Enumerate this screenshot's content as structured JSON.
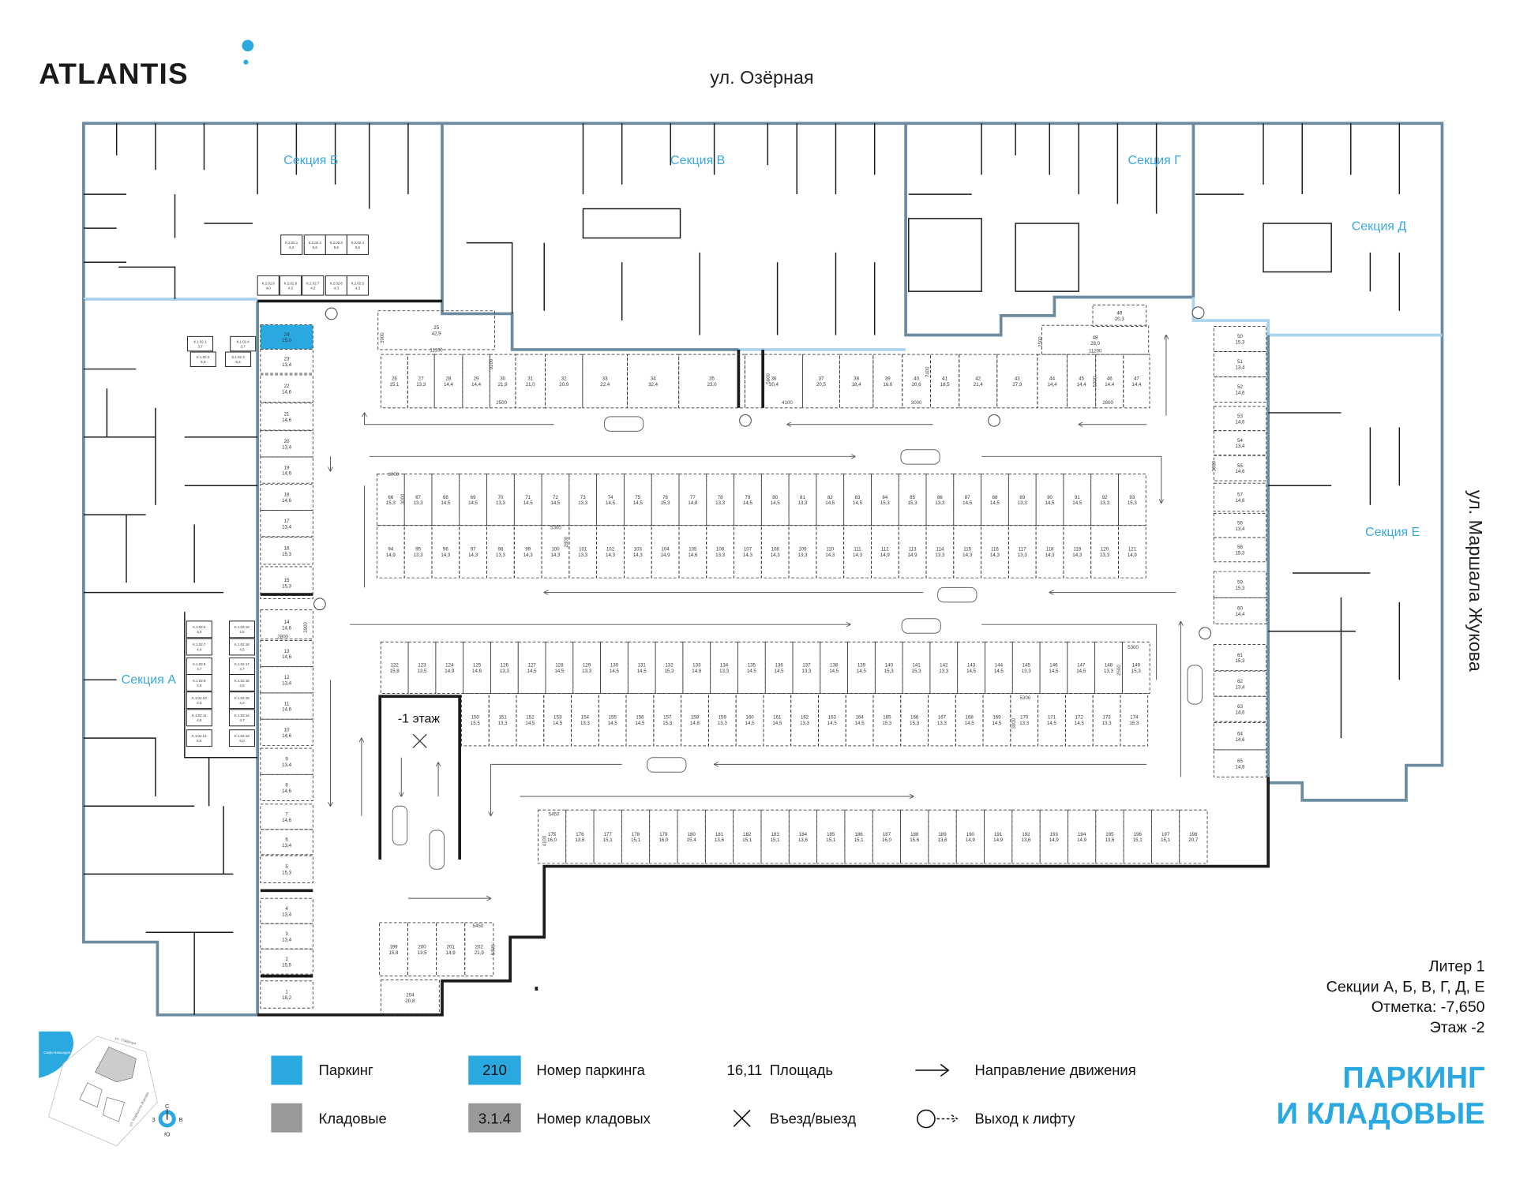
{
  "logo": "ATLANTIS",
  "streets": {
    "top": "ул. Озёрная",
    "right": "ул. Маршала Жукова"
  },
  "sections": {
    "b": "Секция Б",
    "v": "Секция В",
    "g": "Секция Г",
    "d": "Секция Д",
    "e": "Секция Е",
    "a": "Секция А"
  },
  "upper_floor_ramp": "-1 этаж",
  "colors": {
    "accent": "#2aa9e0",
    "storage": "#999999",
    "building": "#6b8ba1"
  },
  "parking": {
    "left_column": [
      [
        "1",
        "18,2"
      ],
      [
        "2",
        "15,5"
      ],
      [
        "3",
        "13,4"
      ],
      [
        "4",
        "13,4"
      ],
      [
        "5",
        "15,3"
      ],
      [
        "6",
        "13,4"
      ],
      [
        "7",
        "14,6"
      ],
      [
        "8",
        "14,6"
      ],
      [
        "9",
        "13,4"
      ],
      [
        "10",
        "14,6"
      ],
      [
        "11",
        "14,6"
      ],
      [
        "12",
        "13,4"
      ],
      [
        "13",
        "14,6"
      ],
      [
        "14",
        "14,6"
      ],
      [
        "15",
        "15,3"
      ],
      [
        "16",
        "15,3"
      ],
      [
        "17",
        "13,4"
      ],
      [
        "18",
        "14,6"
      ],
      [
        "19",
        "14,6"
      ],
      [
        "20",
        "13,4"
      ],
      [
        "21",
        "14,6"
      ],
      [
        "22",
        "14,6"
      ],
      [
        "23",
        "13,4"
      ],
      [
        "24",
        "15,0"
      ]
    ],
    "highlighted": "24",
    "top_row": [
      [
        "26",
        "15,1"
      ],
      [
        "27",
        "13,3"
      ],
      [
        "28",
        "14,4"
      ],
      [
        "29",
        "14,4"
      ],
      [
        "30",
        "21,9"
      ],
      [
        "31",
        "21,0"
      ],
      [
        "32",
        "20,9"
      ],
      [
        "33",
        "22,4"
      ],
      [
        "34",
        "32,4"
      ],
      [
        "35",
        "23,0"
      ],
      [
        "36",
        "20,4"
      ],
      [
        "37",
        "20,5"
      ],
      [
        "38",
        "18,4"
      ],
      [
        "39",
        "16,0"
      ],
      [
        "40",
        "20,6"
      ],
      [
        "41",
        "18,5"
      ],
      [
        "42",
        "21,4"
      ],
      [
        "43",
        "27,3"
      ],
      [
        "44",
        "14,4"
      ],
      [
        "45",
        "14,4"
      ],
      [
        "46",
        "14,4"
      ],
      [
        "47",
        "14,4"
      ]
    ],
    "large": [
      [
        "25",
        "42,9"
      ],
      [
        "48",
        "28,0"
      ],
      [
        "49",
        "20,3"
      ]
    ],
    "right_column": [
      [
        "50",
        "15,3"
      ],
      [
        "51",
        "13,4"
      ],
      [
        "52",
        "14,6"
      ],
      [
        "53",
        "14,6"
      ],
      [
        "54",
        "13,4"
      ],
      [
        "55",
        "14,6"
      ],
      [
        "57",
        "14,6"
      ],
      [
        "56",
        "13,4"
      ],
      [
        "58",
        "15,3"
      ],
      [
        "59",
        "15,3"
      ],
      [
        "60",
        "14,4"
      ],
      [
        "61",
        "15,3"
      ],
      [
        "62",
        "13,4"
      ],
      [
        "63",
        "14,6"
      ],
      [
        "64",
        "14,6"
      ],
      [
        "65",
        "14,8"
      ]
    ],
    "row_66": [
      [
        "66",
        "15,3"
      ],
      [
        "67",
        "13,3"
      ],
      [
        "68",
        "14,5"
      ],
      [
        "69",
        "14,5"
      ],
      [
        "70",
        "13,3"
      ],
      [
        "71",
        "14,5"
      ],
      [
        "72",
        "14,5"
      ],
      [
        "73",
        "13,3"
      ],
      [
        "74",
        "14,5"
      ],
      [
        "75",
        "14,5"
      ],
      [
        "76",
        "15,3"
      ],
      [
        "77",
        "14,8"
      ],
      [
        "78",
        "13,3"
      ],
      [
        "79",
        "14,5"
      ],
      [
        "80",
        "14,5"
      ],
      [
        "81",
        "13,3"
      ],
      [
        "82",
        "14,5"
      ],
      [
        "83",
        "14,5"
      ],
      [
        "84",
        "15,3"
      ],
      [
        "85",
        "15,3"
      ],
      [
        "86",
        "13,3"
      ],
      [
        "87",
        "14,5"
      ],
      [
        "88",
        "14,5"
      ],
      [
        "89",
        "13,3"
      ],
      [
        "90",
        "14,5"
      ],
      [
        "91",
        "14,5"
      ],
      [
        "92",
        "13,3"
      ],
      [
        "93",
        "15,3"
      ]
    ],
    "row_94": [
      [
        "94",
        "14,9"
      ],
      [
        "95",
        "13,3"
      ],
      [
        "96",
        "14,3"
      ],
      [
        "97",
        "14,3"
      ],
      [
        "98",
        "13,3"
      ],
      [
        "99",
        "14,3"
      ],
      [
        "100",
        "14,3"
      ],
      [
        "101",
        "13,3"
      ],
      [
        "102",
        "14,3"
      ],
      [
        "103",
        "14,3"
      ],
      [
        "104",
        "14,9"
      ],
      [
        "105",
        "14,6"
      ],
      [
        "106",
        "13,3"
      ],
      [
        "107",
        "14,3"
      ],
      [
        "108",
        "14,3"
      ],
      [
        "109",
        "13,3"
      ],
      [
        "110",
        "14,3"
      ],
      [
        "111",
        "14,3"
      ],
      [
        "112",
        "14,9"
      ],
      [
        "113",
        "14,9"
      ],
      [
        "114",
        "13,3"
      ],
      [
        "115",
        "14,3"
      ],
      [
        "116",
        "14,3"
      ],
      [
        "117",
        "13,3"
      ],
      [
        "118",
        "14,3"
      ],
      [
        "119",
        "14,3"
      ],
      [
        "120",
        "13,3"
      ],
      [
        "121",
        "14,9"
      ]
    ],
    "row_122": [
      [
        "122",
        "15,8"
      ],
      [
        "123",
        "13,5"
      ],
      [
        "124",
        "14,9"
      ],
      [
        "125",
        "14,6"
      ],
      [
        "126",
        "13,3"
      ],
      [
        "127",
        "14,5"
      ],
      [
        "128",
        "14,5"
      ],
      [
        "129",
        "13,3"
      ],
      [
        "130",
        "14,5"
      ],
      [
        "131",
        "14,5"
      ],
      [
        "132",
        "15,3"
      ],
      [
        "133",
        "14,8"
      ],
      [
        "134",
        "13,3"
      ],
      [
        "135",
        "14,5"
      ],
      [
        "136",
        "14,5"
      ],
      [
        "137",
        "13,3"
      ],
      [
        "138",
        "14,5"
      ],
      [
        "139",
        "14,5"
      ],
      [
        "140",
        "15,3"
      ],
      [
        "141",
        "15,3"
      ],
      [
        "142",
        "13,3"
      ],
      [
        "143",
        "14,5"
      ],
      [
        "144",
        "14,5"
      ],
      [
        "145",
        "13,3"
      ],
      [
        "146",
        "14,5"
      ],
      [
        "147",
        "14,5"
      ],
      [
        "148",
        "13,3"
      ],
      [
        "149",
        "15,3"
      ]
    ],
    "row_150": [
      [
        "150",
        "15,5"
      ],
      [
        "151",
        "13,3"
      ],
      [
        "152",
        "14,5"
      ],
      [
        "153",
        "14,5"
      ],
      [
        "154",
        "13,3"
      ],
      [
        "155",
        "14,5"
      ],
      [
        "156",
        "14,5"
      ],
      [
        "157",
        "15,3"
      ],
      [
        "158",
        "14,8"
      ],
      [
        "159",
        "13,3"
      ],
      [
        "160",
        "14,5"
      ],
      [
        "161",
        "14,5"
      ],
      [
        "162",
        "13,3"
      ],
      [
        "163",
        "14,5"
      ],
      [
        "164",
        "14,5"
      ],
      [
        "165",
        "15,3"
      ],
      [
        "166",
        "15,3"
      ],
      [
        "167",
        "13,3"
      ],
      [
        "168",
        "14,5"
      ],
      [
        "169",
        "14,5"
      ],
      [
        "170",
        "13,3"
      ],
      [
        "171",
        "14,5"
      ],
      [
        "172",
        "14,5"
      ],
      [
        "173",
        "13,3"
      ],
      [
        "174",
        "15,3"
      ]
    ],
    "row_175": [
      [
        "175",
        "16,0"
      ],
      [
        "176",
        "13,6"
      ],
      [
        "177",
        "15,1"
      ],
      [
        "178",
        "15,1"
      ],
      [
        "179",
        "16,0"
      ],
      [
        "180",
        "15,4"
      ],
      [
        "181",
        "13,6"
      ],
      [
        "182",
        "15,1"
      ],
      [
        "183",
        "15,1"
      ],
      [
        "184",
        "13,6"
      ],
      [
        "185",
        "15,1"
      ],
      [
        "186",
        "15,1"
      ],
      [
        "187",
        "16,0"
      ],
      [
        "188",
        "15,6"
      ],
      [
        "189",
        "13,6"
      ],
      [
        "190",
        "14,9"
      ],
      [
        "191",
        "14,9"
      ],
      [
        "192",
        "13,6"
      ],
      [
        "193",
        "14,9"
      ],
      [
        "194",
        "14,9"
      ],
      [
        "195",
        "13,6"
      ],
      [
        "196",
        "15,1"
      ],
      [
        "197",
        "15,1"
      ],
      [
        "198",
        "20,7"
      ]
    ],
    "bottom_row": [
      [
        "199",
        "15,8"
      ],
      [
        "200",
        "13,5"
      ],
      [
        "201",
        "14,9"
      ],
      [
        "202",
        "21,9"
      ]
    ],
    "bottom_single": [
      [
        "204",
        "20,8"
      ]
    ]
  },
  "storage": {
    "section_b": [
      [
        "К.2.02.1",
        "6,2"
      ],
      [
        "К.2.02.2",
        "5,6"
      ],
      [
        "К.2.02.3",
        "5,6"
      ],
      [
        "К.2.02.4",
        "5,6"
      ],
      [
        "К.2.02.9",
        "4,0"
      ],
      [
        "К.2.02.8",
        "4,3"
      ],
      [
        "К.2.02.7",
        "4,3"
      ],
      [
        "К.2.02.6",
        "4,3"
      ],
      [
        "К.2.02.5",
        "4,3"
      ]
    ],
    "section_a_upper": [
      [
        "К.1.02.1",
        "3,7"
      ],
      [
        "К.1.02.4",
        "3,7"
      ],
      [
        "К.1.02.2",
        "5,3"
      ],
      [
        "К.1.02.3",
        "5,3"
      ]
    ],
    "section_a_lower": [
      [
        "К.1.02.6",
        "4,3"
      ],
      [
        "К.1.02.7",
        "4,4"
      ],
      [
        "К.1.02.8",
        "4,7"
      ],
      [
        "К.1.02.9",
        "4,5"
      ],
      [
        "К.1.02.10",
        "4,3"
      ],
      [
        "К.1.02.11",
        "4,5"
      ],
      [
        "К.1.02.12",
        "6,0"
      ],
      [
        "К.1.02.19",
        "4,5"
      ],
      [
        "К.1.02.18",
        "4,5"
      ],
      [
        "К.1.02.17",
        "4,7"
      ],
      [
        "К.1.02.16",
        "4,5"
      ],
      [
        "К.1.02.15",
        "4,2"
      ],
      [
        "К.1.02.14",
        "4,7"
      ],
      [
        "К.1.02.13",
        "6,0"
      ]
    ]
  },
  "dimensions": [
    "3900",
    "11100",
    "9200",
    "2500",
    "5600",
    "4100",
    "7400",
    "3000",
    "2500",
    "11200",
    "5300",
    "2800",
    "3000",
    "5300",
    "2800",
    "3000",
    "5300",
    "2500",
    "5300",
    "3000",
    "5450",
    "4100",
    "5450",
    "5400",
    "2800",
    "3900",
    "3000"
  ],
  "info": {
    "liter": "Литер 1",
    "sections": "Секции А, Б, В, Г, Д, Е",
    "mark": "Отметка:  -7,650",
    "floor": "Этаж  -2"
  },
  "title": {
    "line1": "ПАРКИНГ",
    "line2": "И КЛАДОВЫЕ"
  },
  "legend": {
    "parking": "Паркинг",
    "storage": "Кладовые",
    "parking_number_sample": "210",
    "parking_number": "Номер паркинга",
    "storage_number_sample": "3.1.4",
    "storage_number": "Номер кладовых",
    "area_sample": "16,11",
    "area": "Площадь",
    "direction": "Направление движения",
    "entry_exit": "Въезд/выезд",
    "elevator_exit": "Выход к лифту"
  },
  "minimap": {
    "lake": "Озеро Кашкадан",
    "street_top": "ул. Озёрная",
    "street_right": "ул. Маршала Жукова",
    "compass": {
      "n": "С",
      "s": "Ю",
      "w": "З",
      "e": "В"
    }
  }
}
